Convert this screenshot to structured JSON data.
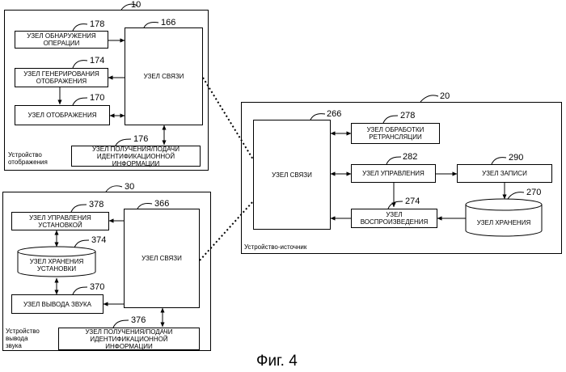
{
  "device10": {
    "ref": "10",
    "label": "Устройство\nотображения",
    "blocks": {
      "detect": {
        "ref": "178",
        "text": "УЗЕЛ ОБНАРУЖЕНИЯ\nОПЕРАЦИИ"
      },
      "generate": {
        "ref": "174",
        "text": "УЗЕЛ ГЕНЕРИРОВАНИЯ\nОТОБРАЖЕНИЯ"
      },
      "display": {
        "ref": "170",
        "text": "УЗЕЛ ОТОБРАЖЕНИЯ"
      },
      "comm": {
        "ref": "166",
        "text": "УЗЕЛ СВЯЗИ"
      },
      "ident": {
        "ref": "176",
        "text": "УЗЕЛ ПОЛУЧЕНИЯ/ПОДАЧИ\nИДЕНТИФИКАЦИОННОЙ ИНФОРМАЦИИ"
      }
    }
  },
  "device30": {
    "ref": "30",
    "label": "Устройство\nвывода\nзвука",
    "blocks": {
      "settings_ctrl": {
        "ref": "378",
        "text": "УЗЕЛ УПРАВЛЕНИЯ\nУСТАНОВКОЙ"
      },
      "settings_store": {
        "ref": "374",
        "text": "УЗЕЛ ХРАНЕНИЯ\nУСТАНОВКИ"
      },
      "sound_out": {
        "ref": "370",
        "text": "УЗЕЛ ВЫВОДА ЗВУКА"
      },
      "comm": {
        "ref": "366",
        "text": "УЗЕЛ СВЯЗИ"
      },
      "ident": {
        "ref": "376",
        "text": "УЗЕЛ ПОЛУЧЕНИЯ/ПОДАЧИ\nИДЕНТИФИКАЦИОННОЙ\nИНФОРМАЦИИ"
      }
    }
  },
  "device20": {
    "ref": "20",
    "label": "Устройство-источник",
    "blocks": {
      "comm": {
        "ref": "266",
        "text": "УЗЕЛ СВЯЗИ"
      },
      "relay": {
        "ref": "278",
        "text": "УЗЕЛ ОБРАБОТКИ\nРЕТРАНСЛЯЦИИ"
      },
      "control": {
        "ref": "282",
        "text": "УЗЕЛ УПРАВЛЕНИЯ"
      },
      "record": {
        "ref": "290",
        "text": "УЗЕЛ ЗАПИСИ"
      },
      "playback": {
        "ref": "274",
        "text": "УЗЕЛ ВОСПРОИЗВЕДЕНИЯ"
      },
      "storage": {
        "ref": "270",
        "text": "УЗЕЛ ХРАНЕНИЯ"
      }
    }
  },
  "caption": "Фиг. 4"
}
